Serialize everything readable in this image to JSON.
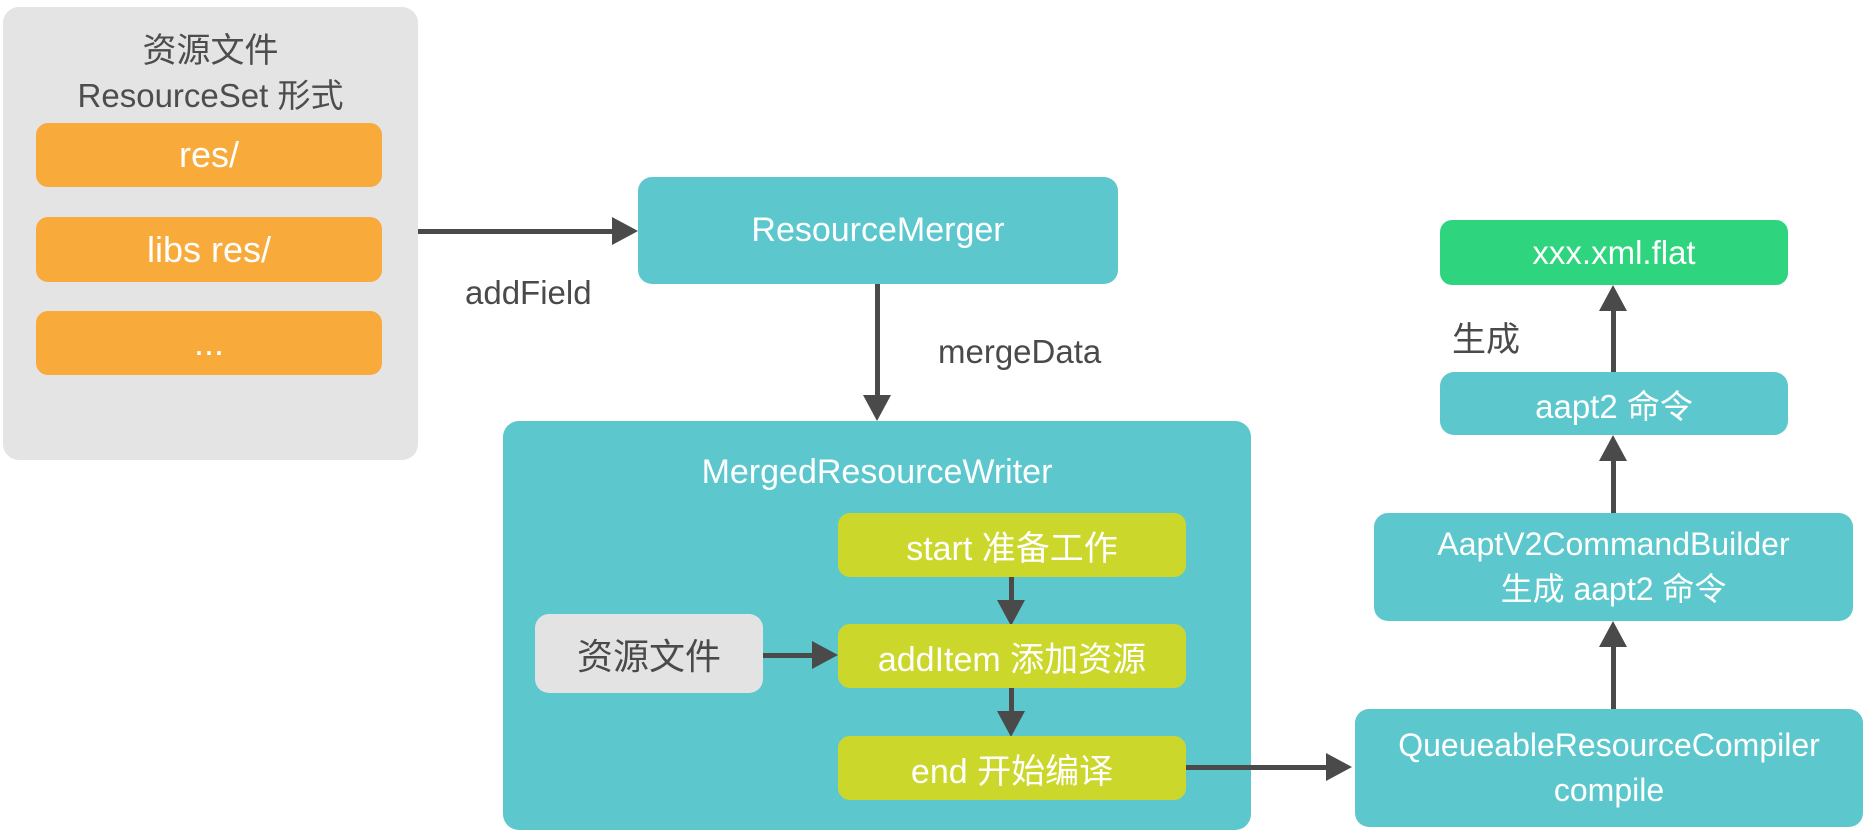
{
  "colors": {
    "teal": "#5cc8cd",
    "yellow": "#ccd72b",
    "orange": "#f8aa3b",
    "green": "#2fd57e",
    "panel_gray": "#e4e4e4",
    "arrow_dark": "#4a4a4a"
  },
  "resource_panel": {
    "title_line1": "资源文件",
    "title_line2": "ResourceSet 形式",
    "items": [
      "res/",
      "libs res/",
      "..."
    ]
  },
  "edges": {
    "add_field": "addField",
    "merge_data": "mergeData",
    "generate": "生成"
  },
  "nodes": {
    "resource_merger": "ResourceMerger",
    "merged_resource_writer": "MergedResourceWriter",
    "start_step": "start 准备工作",
    "add_item_step": "addItem 添加资源",
    "end_step": "end 开始编译",
    "resource_file": "资源文件",
    "flat_output": "xxx.xml.flat",
    "aapt2_command": "aapt2 命令",
    "aapt_builder_line1": "AaptV2CommandBuilder",
    "aapt_builder_line2": "生成 aapt2 命令",
    "queueable_line1": "QueueableResourceCompiler",
    "queueable_line2": "compile"
  }
}
